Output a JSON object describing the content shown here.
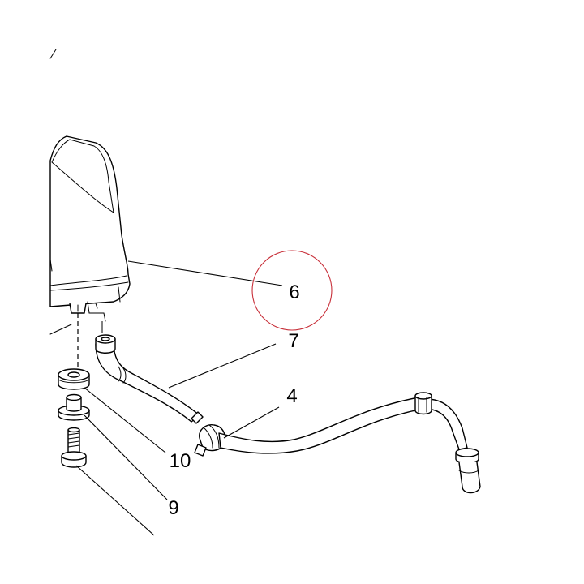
{
  "diagram": {
    "callouts": [
      {
        "id": "6",
        "label": "6"
      },
      {
        "id": "7",
        "label": "7"
      },
      {
        "id": "4",
        "label": "4"
      },
      {
        "id": "10",
        "label": "10"
      },
      {
        "id": "9",
        "label": "9"
      }
    ],
    "highlight": {
      "target": "6",
      "color": "#c8303a"
    }
  }
}
